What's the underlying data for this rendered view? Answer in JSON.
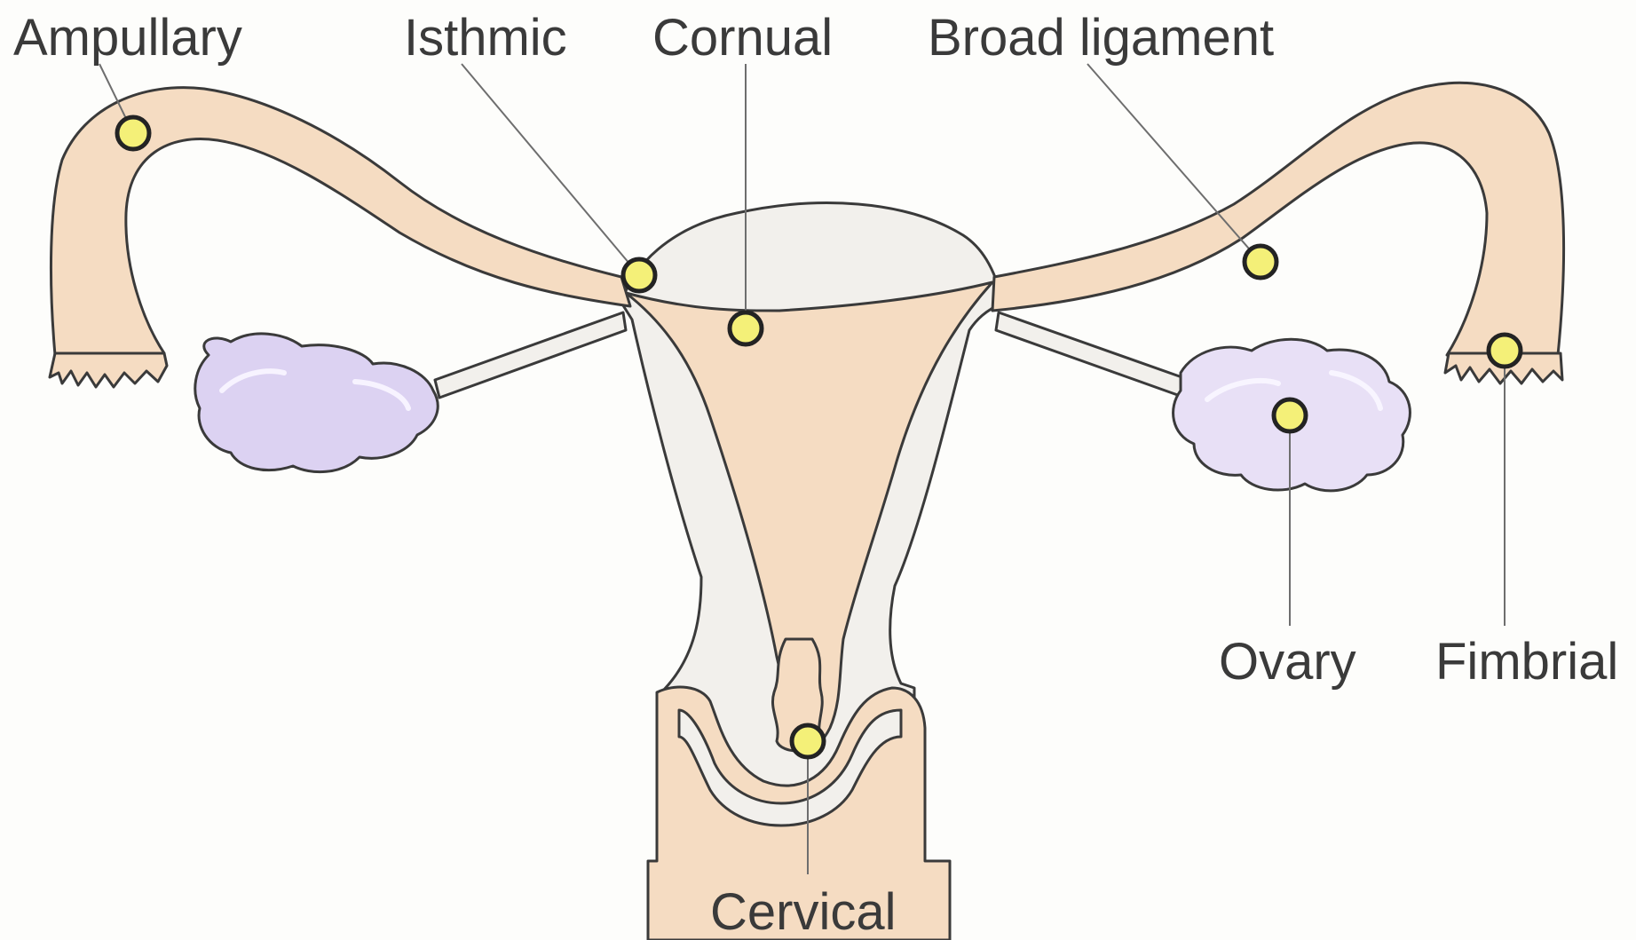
{
  "colors": {
    "background": "#fdfdfb",
    "tissue": "#f2f0ec",
    "lumen": "#f5dcc2",
    "ovary": "#dcd2f2",
    "ovary_shadow": "#c2b3e6",
    "marker": "#f4f078",
    "outline": "#3a3a3a"
  },
  "labels": {
    "ampullary": "Ampullary",
    "isthmic": "Isthmic",
    "cornual": "Cornual",
    "broad_ligament": "Broad ligament",
    "ovary": "Ovary",
    "fimbrial": "Fimbrial",
    "cervical": "Cervical"
  }
}
